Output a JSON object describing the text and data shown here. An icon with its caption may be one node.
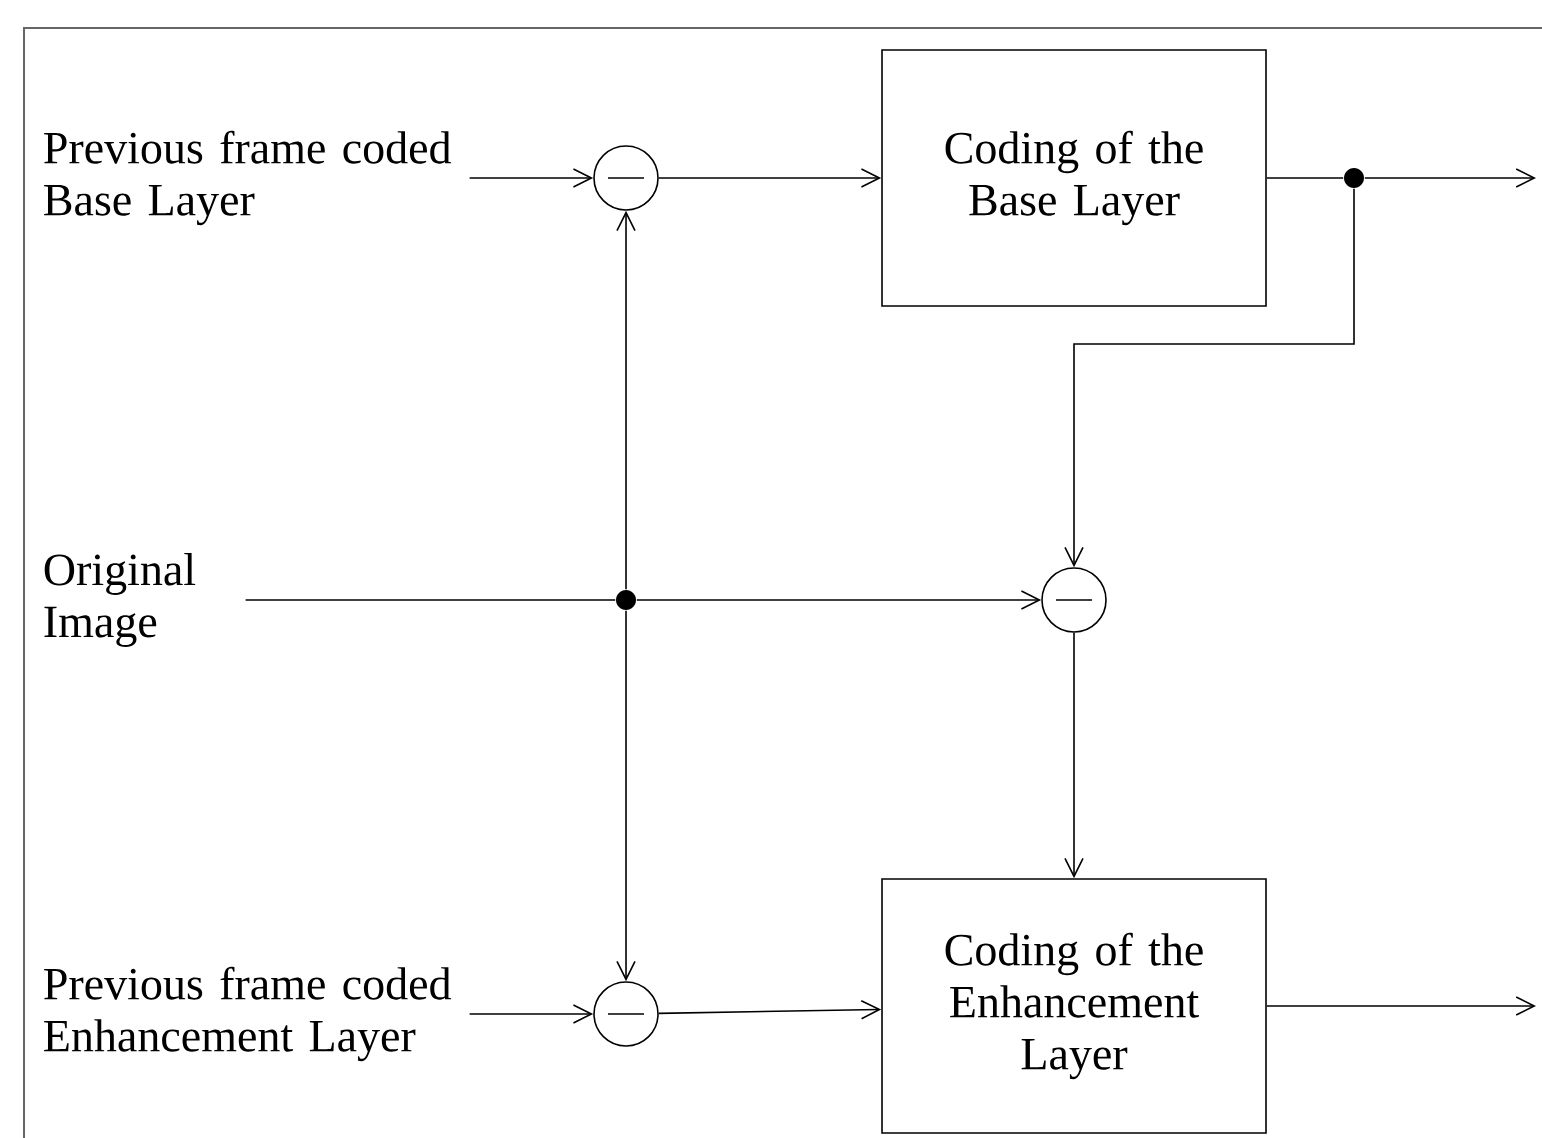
{
  "diagram": {
    "nodes": [
      {
        "text": [
          "Previous frame coded Base Layer"
        ]
      },
      {
        "text": [],
        "shape": "circle"
      },
      {
        "text": [
          "Coding of the Base Layer"
        ]
      },
      {
        "text": [],
        "shape": "dot"
      },
      {
        "text": [
          "Original Image"
        ]
      },
      {
        "text": [],
        "shape": "dot"
      },
      {
        "text": [],
        "shape": "circle"
      },
      {
        "text": [
          "Previous frame coded Enhancement Layer"
        ]
      },
      {
        "text": [],
        "shape": "circle"
      },
      {
        "text": [
          "Coding of the Enhancement Layer"
        ]
      }
    ],
    "edges": [
      {
        "from": 0,
        "to": 1,
        "arrow": "to"
      },
      {
        "from": 1,
        "to": 2,
        "arrow": "to"
      },
      {
        "from": 2,
        "to": 3,
        "arrow": "none"
      },
      {
        "from": 3,
        "to": null,
        "arrow": "to"
      },
      {
        "from": 3,
        "to": 6,
        "arrow": "to"
      },
      {
        "from": 4,
        "to": 5,
        "arrow": "none"
      },
      {
        "from": 5,
        "to": 1,
        "arrow": "to"
      },
      {
        "from": 5,
        "to": 6,
        "arrow": "to"
      },
      {
        "from": 5,
        "to": 8,
        "arrow": "to"
      },
      {
        "from": 7,
        "to": 8,
        "arrow": "to"
      },
      {
        "from": 8,
        "to": 9,
        "arrow": "to"
      },
      {
        "from": 6,
        "to": 9,
        "arrow": "to"
      },
      {
        "from": 9,
        "to": null,
        "arrow": "to"
      }
    ]
  }
}
